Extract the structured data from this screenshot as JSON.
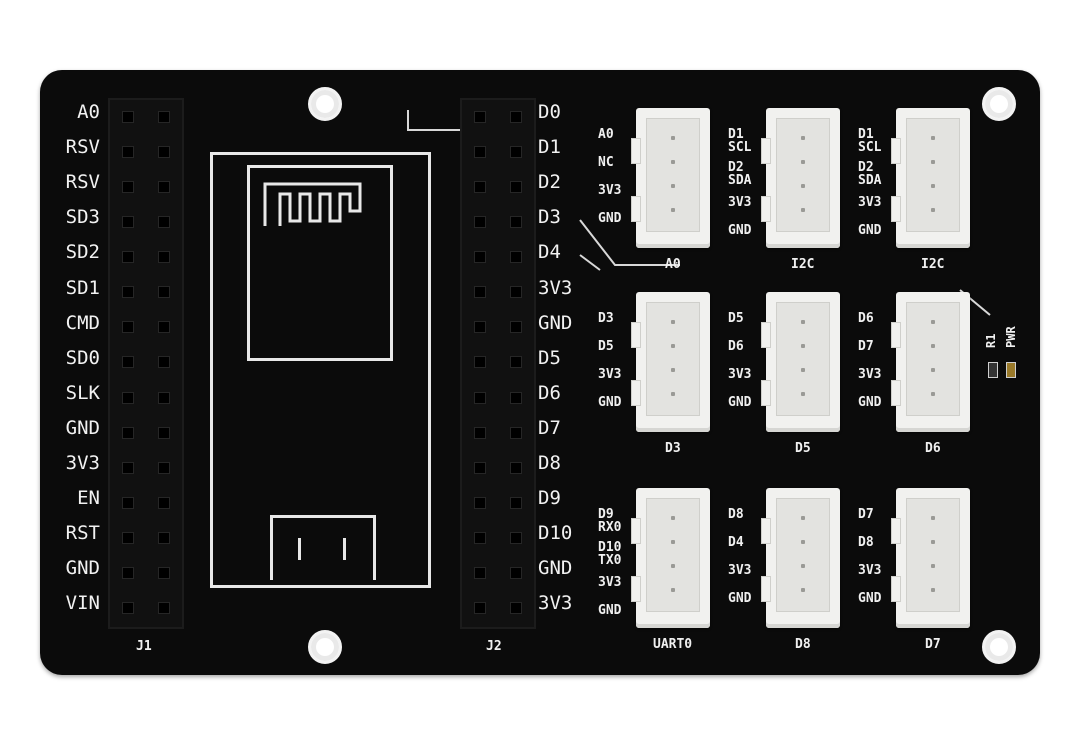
{
  "left_header": {
    "name": "J1",
    "pins": [
      "A0",
      "RSV",
      "RSV",
      "SD3",
      "SD2",
      "SD1",
      "CMD",
      "SD0",
      "SLK",
      "GND",
      "3V3",
      "EN",
      "RST",
      "GND",
      "VIN"
    ]
  },
  "right_header": {
    "name": "J2",
    "pins": [
      "D0",
      "D1",
      "D2",
      "D3",
      "D4",
      "3V3",
      "GND",
      "D5",
      "D6",
      "D7",
      "D8",
      "D9",
      "D10",
      "GND",
      "3V3"
    ]
  },
  "grove_connectors": [
    {
      "name": "A0",
      "pins": [
        "A0",
        "NC",
        "3V3",
        "GND"
      ]
    },
    {
      "name": "I2C",
      "pins": [
        "D1",
        "SCL",
        "D2",
        "SDA",
        "3V3",
        "GND"
      ]
    },
    {
      "name": "I2C",
      "pins": [
        "D1",
        "SCL",
        "D2",
        "SDA",
        "3V3",
        "GND"
      ]
    },
    {
      "name": "D3",
      "pins": [
        "D3",
        "D5",
        "3V3",
        "GND"
      ]
    },
    {
      "name": "D5",
      "pins": [
        "D5",
        "D6",
        "3V3",
        "GND"
      ]
    },
    {
      "name": "D6",
      "pins": [
        "D6",
        "D7",
        "3V3",
        "GND"
      ]
    },
    {
      "name": "UART0",
      "pins": [
        "D9",
        "RX0",
        "D10",
        "TX0",
        "3V3",
        "GND"
      ]
    },
    {
      "name": "D8",
      "pins": [
        "D8",
        "D4",
        "3V3",
        "GND"
      ]
    },
    {
      "name": "D7",
      "pins": [
        "D7",
        "D8",
        "3V3",
        "GND"
      ]
    }
  ],
  "indicator": {
    "resistor": "R1",
    "led": "PWR"
  },
  "colors": {
    "board": "#0b0b0b",
    "silkscreen": "#f2f2f2",
    "connector": "#f1f1ef"
  }
}
